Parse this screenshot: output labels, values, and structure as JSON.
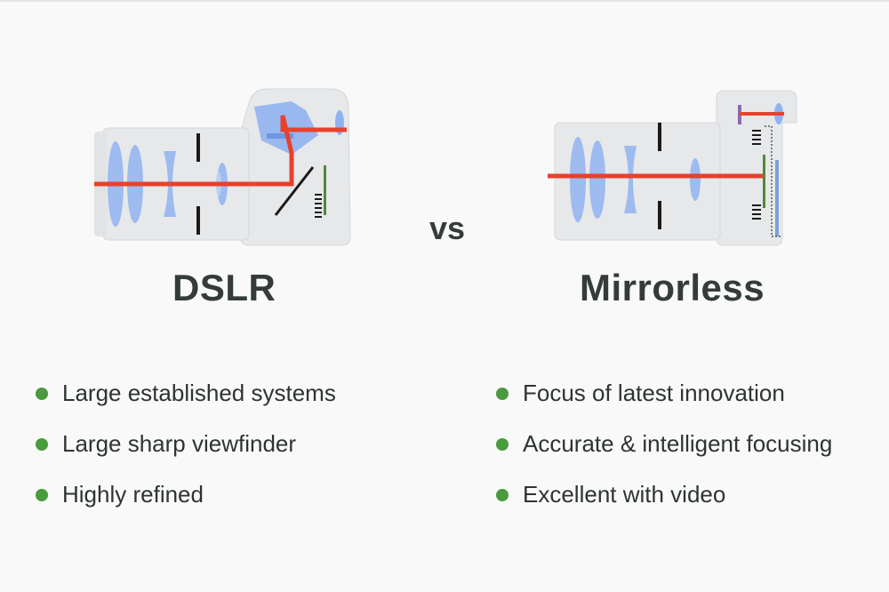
{
  "comparison": {
    "left": {
      "title": "DSLR",
      "features": [
        "Large established systems",
        "Large sharp viewfinder",
        "Highly refined"
      ]
    },
    "separator": "vs",
    "right": {
      "title": "Mirrorless",
      "features": [
        "Focus of latest innovation",
        "Accurate & intelligent focusing",
        "Excellent with video"
      ]
    }
  },
  "colors": {
    "background": "#f9f9f9",
    "light_path": "#e8412c",
    "lens_glass": "#8fb3f0",
    "body": "#e6e8ea",
    "bullet": "#4a9a3e",
    "sensor": "#4e8a3c",
    "evf_screen": "#7f9fd6",
    "evf_mount": "#8a6ab0"
  },
  "icons": [
    "dslr-cross-section-icon",
    "mirrorless-cross-section-icon"
  ]
}
